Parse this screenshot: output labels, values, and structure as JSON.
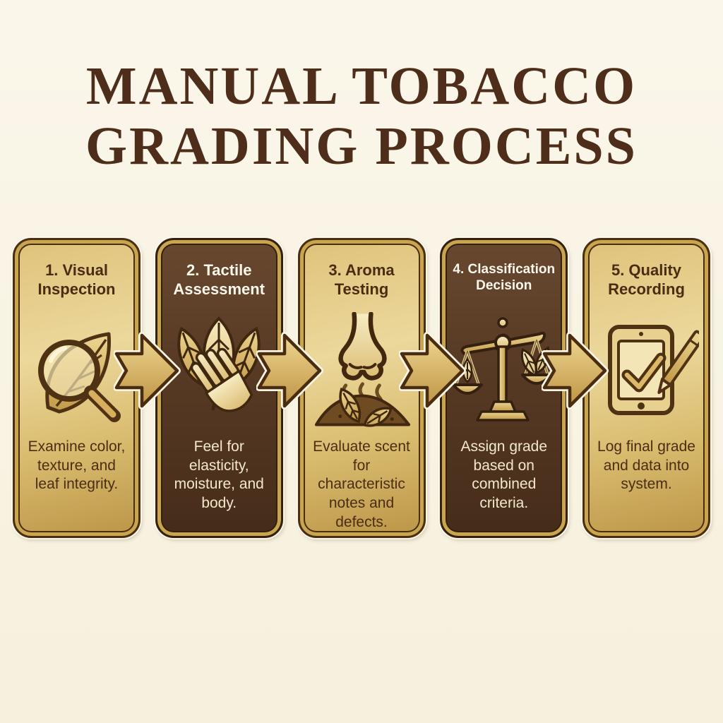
{
  "title": {
    "line1": "MANUAL TOBACCO",
    "line2": "GRADING PROCESS"
  },
  "steps": [
    {
      "title": "1. Visual Inspection",
      "description": "Examine color, texture, and leaf integrity.",
      "icon": "magnifier-leaf-icon",
      "theme": "gold"
    },
    {
      "title": "2. Tactile Assessment",
      "description": "Feel for elasticity, moisture, and body.",
      "icon": "hand-leaves-icon",
      "theme": "brown"
    },
    {
      "title": "3. Aroma Testing",
      "description": "Evaluate scent for characteristic notes and defects.",
      "icon": "nose-aroma-icon",
      "theme": "gold"
    },
    {
      "title": "4. Classification Decision",
      "description": "Assign grade based on combined criteria.",
      "icon": "balance-scale-icon",
      "theme": "brown"
    },
    {
      "title": "5. Quality Recording",
      "description": "Log final grade and data into system.",
      "icon": "tablet-check-icon",
      "theme": "gold"
    }
  ],
  "arrows": {
    "count": 4,
    "direction": "right",
    "icon": "flow-arrow-icon"
  },
  "colors": {
    "background": "#f8f3e2",
    "title_text": "#4e2e1b",
    "gold_card": "#d8ba6c",
    "brown_card": "#573a24",
    "gold_border_band": "#c9a54e",
    "dark_outline": "#4a2e12",
    "cream_halo": "#faf4e3",
    "gold_text": "#4a2c11",
    "cream_text": "#f7eed8"
  }
}
